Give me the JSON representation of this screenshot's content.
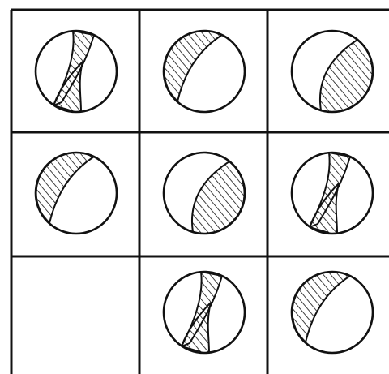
{
  "puzzle": {
    "stroke_color": "#111111",
    "background_color": "#ffffff",
    "cells": [
      {
        "row": 1,
        "col": 1,
        "figure": "crossing-bands"
      },
      {
        "row": 1,
        "col": 2,
        "figure": "thin-crescent"
      },
      {
        "row": 1,
        "col": 3,
        "figure": "thick-crescent"
      },
      {
        "row": 2,
        "col": 1,
        "figure": "thin-crescent"
      },
      {
        "row": 2,
        "col": 2,
        "figure": "thick-crescent"
      },
      {
        "row": 2,
        "col": 3,
        "figure": "crossing-bands"
      },
      {
        "row": 3,
        "col": 1,
        "figure": "empty"
      },
      {
        "row": 3,
        "col": 2,
        "figure": "crossing-bands"
      },
      {
        "row": 3,
        "col": 3,
        "figure": "thin-crescent"
      }
    ]
  }
}
